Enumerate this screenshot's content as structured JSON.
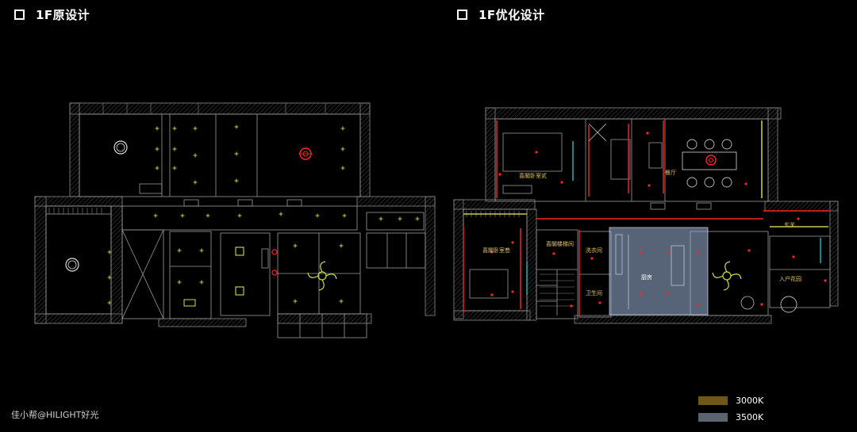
{
  "titles": {
    "original": "1F原设计",
    "optimized": "1F优化设计"
  },
  "rooms": {
    "bedroom2": "喜閣卧室贰",
    "dining": "餐厅",
    "bedroom3": "喜閣卧室叁",
    "stairs": "喜閣楼梯间",
    "laundry": "洗衣间",
    "kitchen": "厨房",
    "bathroom": "卫生间",
    "foyer": "玄关",
    "garden": "入户花园"
  },
  "legend": [
    {
      "label": "3000K",
      "color": "#6e561c"
    },
    {
      "label": "3500K",
      "color": "#5c6370"
    }
  ],
  "credit": "佳小帮@HILIGHT好光",
  "colors": {
    "wall": "#8a8a8a",
    "hatch": "#3a3a3a",
    "light_yellow": "#d8d84a",
    "light_red": "#ff2424",
    "highlight_blue": "#9fb4d8",
    "highlight_yellow": "#c8c850",
    "cyan": "#1fa6b0"
  }
}
